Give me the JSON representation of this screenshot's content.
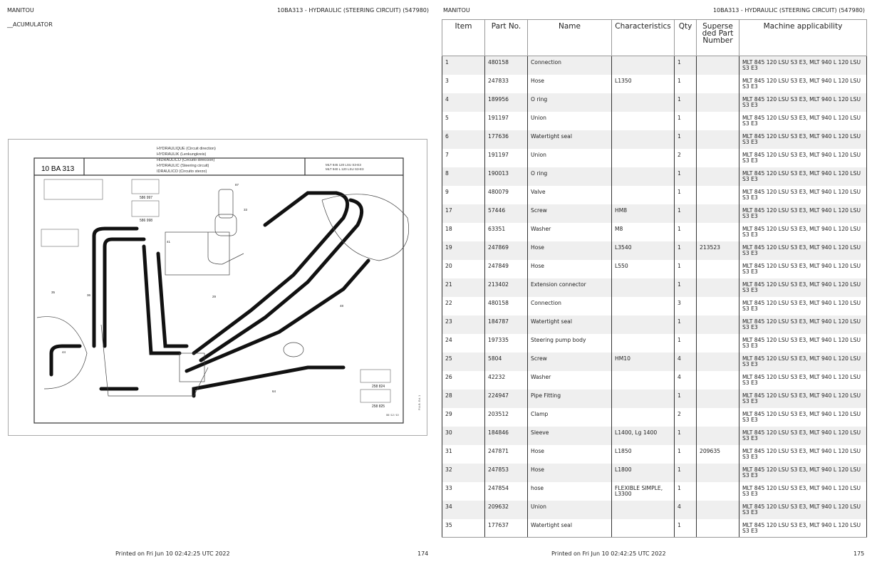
{
  "left_page": {
    "brand": "MANITOU",
    "title": "10BA313 - HYDRAULIC (STEERING CIRCUIT) (547980)",
    "section": "__ACUMULATOR",
    "footer": "Printed on  Fri Jun 10 02:42:25 UTC 2022",
    "page_number": "174"
  },
  "right_page": {
    "brand": "MANITOU",
    "title": "10BA313 - HYDRAULIC (STEERING CIRCUIT) (547980)",
    "footer": "Printed on  Fri Jun 10 02:42:25 UTC 2022",
    "page_number": "175"
  },
  "diagram": {
    "code": "10 BA 313",
    "titles": [
      "HYDRAULIQUE (Circuit direction)",
      "HYDRAULIK (Lenkungkreis)",
      "HIDRAULICO (Circuito direccion)",
      "HYDRAULIC (Steering circuit)",
      "IDRAULICO (Circuito sterzo)"
    ],
    "machines": [
      "MLT 845 120 LSU S3-E3",
      "MLT 940 L 120 LSU S3-E3"
    ],
    "refs": [
      "586 997",
      "586 998",
      "258 824",
      "258 825"
    ],
    "date": "08 / 12 / 10"
  },
  "table": {
    "columns": [
      "Item",
      "Part No.",
      "Name",
      "Characteristics",
      "Qty",
      "Superseded PartNumber",
      "Machine applicability"
    ],
    "rows": [
      [
        "1",
        "480158",
        "Connection",
        "",
        "1",
        "",
        "MLT 845 120 LSU S3 E3, MLT 940 L 120 LSU S3 E3"
      ],
      [
        "3",
        "247833",
        "Hose",
        "L1350",
        "1",
        "",
        "MLT 845 120 LSU S3 E3, MLT 940 L 120 LSU S3 E3"
      ],
      [
        "4",
        "189956",
        "O ring",
        "",
        "1",
        "",
        "MLT 845 120 LSU S3 E3, MLT 940 L 120 LSU S3 E3"
      ],
      [
        "5",
        "191197",
        "Union",
        "",
        "1",
        "",
        "MLT 845 120 LSU S3 E3, MLT 940 L 120 LSU S3 E3"
      ],
      [
        "6",
        "177636",
        "Watertight seal",
        "",
        "1",
        "",
        "MLT 845 120 LSU S3 E3, MLT 940 L 120 LSU S3 E3"
      ],
      [
        "7",
        "191197",
        "Union",
        "",
        "2",
        "",
        "MLT 845 120 LSU S3 E3, MLT 940 L 120 LSU S3 E3"
      ],
      [
        "8",
        "190013",
        "O ring",
        "",
        "1",
        "",
        "MLT 845 120 LSU S3 E3, MLT 940 L 120 LSU S3 E3"
      ],
      [
        "9",
        "480079",
        "Valve",
        "",
        "1",
        "",
        "MLT 845 120 LSU S3 E3, MLT 940 L 120 LSU S3 E3"
      ],
      [
        "17",
        "57446",
        "Screw",
        "HM8",
        "1",
        "",
        "MLT 845 120 LSU S3 E3, MLT 940 L 120 LSU S3 E3"
      ],
      [
        "18",
        "63351",
        "Washer",
        "M8",
        "1",
        "",
        "MLT 845 120 LSU S3 E3, MLT 940 L 120 LSU S3 E3"
      ],
      [
        "19",
        "247869",
        "Hose",
        "L3540",
        "1",
        "213523",
        "MLT 845 120 LSU S3 E3, MLT 940 L 120 LSU S3 E3"
      ],
      [
        "20",
        "247849",
        "Hose",
        "L550",
        "1",
        "",
        "MLT 845 120 LSU S3 E3, MLT 940 L 120 LSU S3 E3"
      ],
      [
        "21",
        "213402",
        "Extension connector",
        "",
        "1",
        "",
        "MLT 845 120 LSU S3 E3, MLT 940 L 120 LSU S3 E3"
      ],
      [
        "22",
        "480158",
        "Connection",
        "",
        "3",
        "",
        "MLT 845 120 LSU S3 E3, MLT 940 L 120 LSU S3 E3"
      ],
      [
        "23",
        "184787",
        "Watertight seal",
        "",
        "1",
        "",
        "MLT 845 120 LSU S3 E3, MLT 940 L 120 LSU S3 E3"
      ],
      [
        "24",
        "197335",
        "Steering pump body",
        "",
        "1",
        "",
        "MLT 845 120 LSU S3 E3, MLT 940 L 120 LSU S3 E3"
      ],
      [
        "25",
        "5804",
        "Screw",
        "HM10",
        "4",
        "",
        "MLT 845 120 LSU S3 E3, MLT 940 L 120 LSU S3 E3"
      ],
      [
        "26",
        "42232",
        "Washer",
        "",
        "4",
        "",
        "MLT 845 120 LSU S3 E3, MLT 940 L 120 LSU S3 E3"
      ],
      [
        "28",
        "224947",
        "Pipe Fitting",
        "",
        "1",
        "",
        "MLT 845 120 LSU S3 E3, MLT 940 L 120 LSU S3 E3"
      ],
      [
        "29",
        "203512",
        "Clamp",
        "",
        "2",
        "",
        "MLT 845 120 LSU S3 E3, MLT 940 L 120 LSU S3 E3"
      ],
      [
        "30",
        "184846",
        "Sleeve",
        "L1400, Lg 1400",
        "1",
        "",
        "MLT 845 120 LSU S3 E3, MLT 940 L 120 LSU S3 E3"
      ],
      [
        "31",
        "247871",
        "Hose",
        "L1850",
        "1",
        "209635",
        "MLT 845 120 LSU S3 E3, MLT 940 L 120 LSU S3 E3"
      ],
      [
        "32",
        "247853",
        "Hose",
        "L1800",
        "1",
        "",
        "MLT 845 120 LSU S3 E3, MLT 940 L 120 LSU S3 E3"
      ],
      [
        "33",
        "247854",
        "hose",
        "FLEXIBLE SIMPLE, L3300",
        "1",
        "",
        "MLT 845 120 LSU S3 E3, MLT 940 L 120 LSU S3 E3"
      ],
      [
        "34",
        "209632",
        "Union",
        "",
        "4",
        "",
        "MLT 845 120 LSU S3 E3, MLT 940 L 120 LSU S3 E3"
      ],
      [
        "35",
        "177637",
        "Watertight seal",
        "",
        "1",
        "",
        "MLT 845 120 LSU S3 E3, MLT 940 L 120 LSU S3 E3"
      ]
    ]
  }
}
